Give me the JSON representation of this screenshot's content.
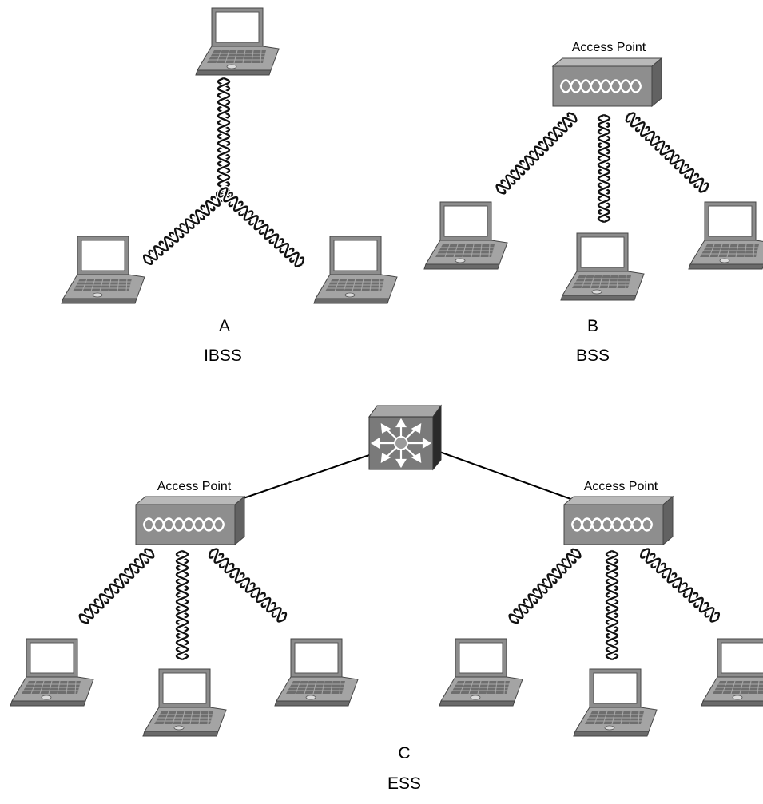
{
  "panels": {
    "a": {
      "letter": "A",
      "name": "IBSS"
    },
    "b": {
      "letter": "B",
      "name": "BSS",
      "ap_label": "Access Point"
    },
    "c": {
      "letter": "C",
      "name": "ESS",
      "ap_left_label": "Access Point",
      "ap_right_label": "Access Point"
    }
  },
  "colors": {
    "laptop_frame": "#8c8c8c",
    "ap_front": "#8e8e8e",
    "ap_top": "#b9b9b9",
    "ap_side": "#626262",
    "switch_front": "#7a7a7a",
    "switch_side": "#2a2a2a",
    "line": "#000000"
  },
  "icons": {
    "laptop": "laptop-icon",
    "access_point": "access-point-icon",
    "switch": "multilayer-switch-icon",
    "wireless_link": "wireless-link-icon"
  }
}
